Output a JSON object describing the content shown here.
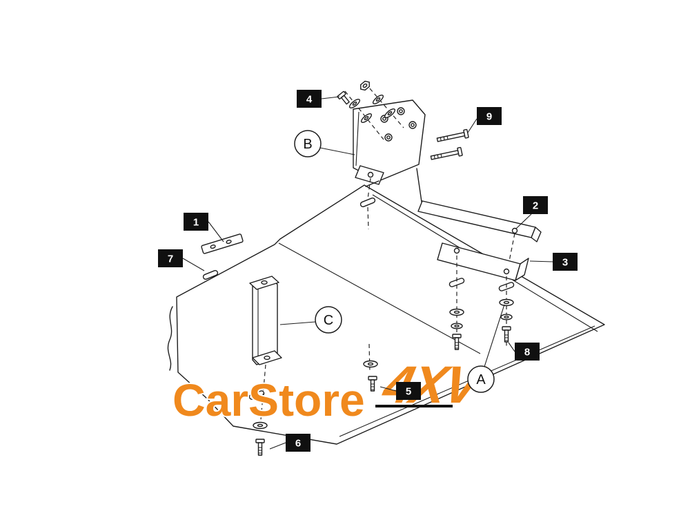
{
  "diagram": {
    "callouts": [
      {
        "label": "1"
      },
      {
        "label": "2"
      },
      {
        "label": "3"
      },
      {
        "label": "4"
      },
      {
        "label": "5"
      },
      {
        "label": "6"
      },
      {
        "label": "7"
      },
      {
        "label": "8"
      },
      {
        "label": "9"
      }
    ],
    "letters": [
      {
        "label": "A"
      },
      {
        "label": "B"
      },
      {
        "label": "C"
      }
    ],
    "watermark": {
      "brand": "CarStore",
      "logo": "4XV"
    },
    "colors": {
      "line": "#1c1c1c",
      "callout_bg": "#101010",
      "callout_text": "#ffffff",
      "watermark_orange": "#F0891D",
      "underline": "#111111"
    }
  }
}
